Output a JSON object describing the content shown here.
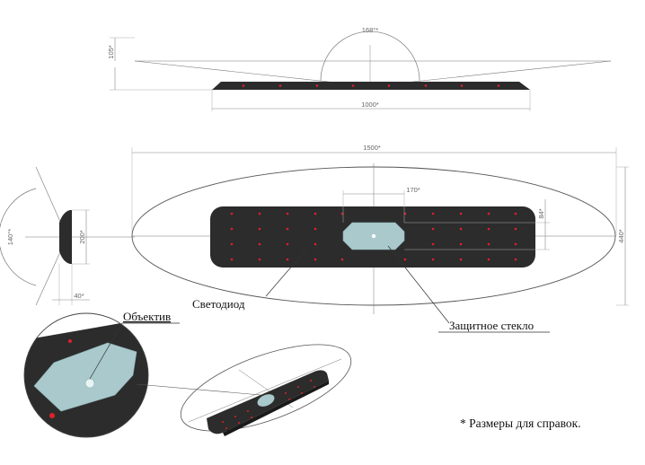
{
  "dimensions": {
    "side_height": "105*",
    "side_angle": "168°*",
    "side_length": "1000*",
    "plan_length": "1500*",
    "plan_glass_width": "170*",
    "plan_glass_height": "84*",
    "plan_height": "440*",
    "end_angle": "140°*",
    "end_height": "200*",
    "end_depth": "40*"
  },
  "labels": {
    "led": "Светодиод",
    "glass": "Защитное стекло",
    "lens": "Объектив"
  },
  "footnote": "* Размеры для справок.",
  "colors": {
    "body": "#2c2c2c",
    "led": "#e0202a",
    "glass": "#a9c9cc",
    "line": "#555555"
  }
}
